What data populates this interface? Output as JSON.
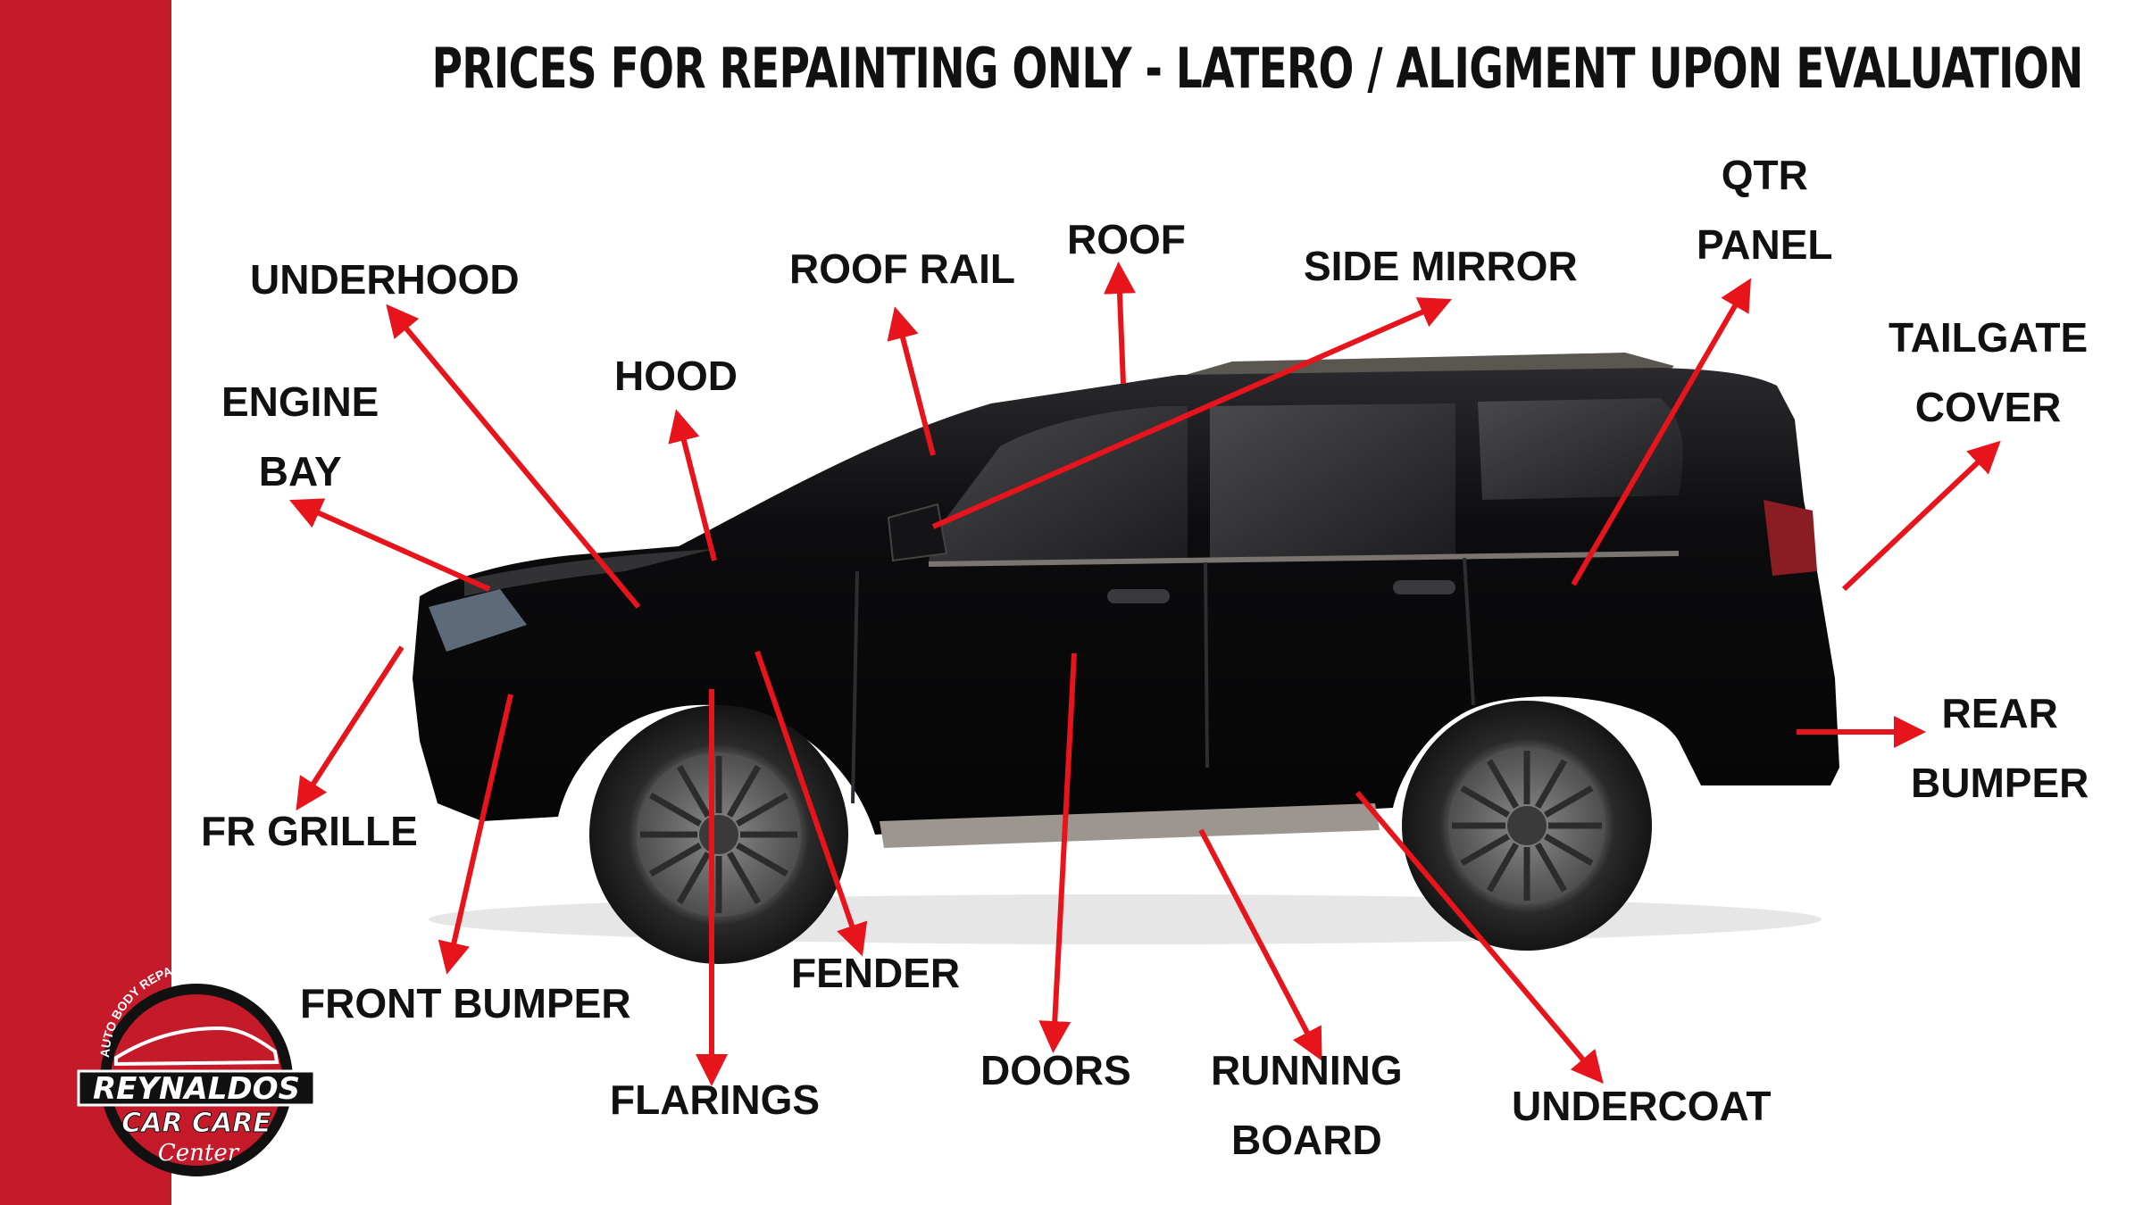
{
  "title": "PRICES FOR REPAINTING ONLY - LATERO / ALIGMENT UPON EVALUATION",
  "colors": {
    "side_band": "#c41a2a",
    "arrow": "#e8141c",
    "car_body": "#0c0c0e",
    "text": "#111111"
  },
  "labels": {
    "underhood": "UNDERHOOD",
    "engine_bay": [
      "ENGINE",
      "BAY"
    ],
    "hood": "HOOD",
    "roof_rail": "ROOF RAIL",
    "roof": "ROOF",
    "side_mirror": "SIDE MIRROR",
    "qtr_panel": [
      "QTR",
      "PANEL"
    ],
    "tailgate_cover": [
      "TAILGATE",
      "COVER"
    ],
    "rear_bumper": [
      "REAR",
      "BUMPER"
    ],
    "fr_grille": "FR GRILLE",
    "front_bumper": "FRONT BUMPER",
    "flarings": "FLARINGS",
    "fender": "FENDER",
    "doors": "DOORS",
    "running_board": [
      "RUNNING",
      "BOARD"
    ],
    "undercoat": "UNDERCOAT"
  },
  "logo": {
    "arc_text": "AUTO BODY REPAINT AND RESTORATION",
    "name": "REYNALDOS",
    "line2": "CAR CARE",
    "line3": "Center"
  },
  "icons": [
    "car-photo",
    "arrow",
    "logo-car-icon"
  ]
}
